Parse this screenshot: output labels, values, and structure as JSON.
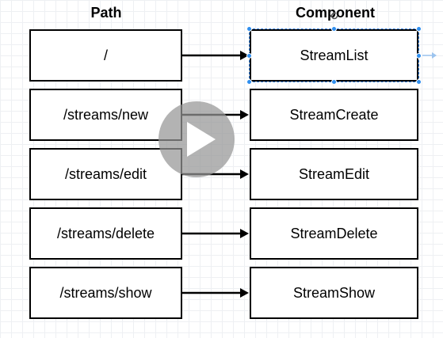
{
  "headers": {
    "path": "Path",
    "component": "Component"
  },
  "routes": [
    {
      "path": "/",
      "component": "StreamList"
    },
    {
      "path": "/streams/new",
      "component": "StreamCreate"
    },
    {
      "path": "/streams/edit",
      "component": "StreamEdit"
    },
    {
      "path": "/streams/delete",
      "component": "StreamDelete"
    },
    {
      "path": "/streams/show",
      "component": "StreamShow"
    }
  ],
  "colors": {
    "selection": "#2f7de1",
    "play_overlay": "#969696",
    "grid": "#eef0f3"
  },
  "icons": {
    "play": "play-icon",
    "rotate": "rotate-icon"
  }
}
